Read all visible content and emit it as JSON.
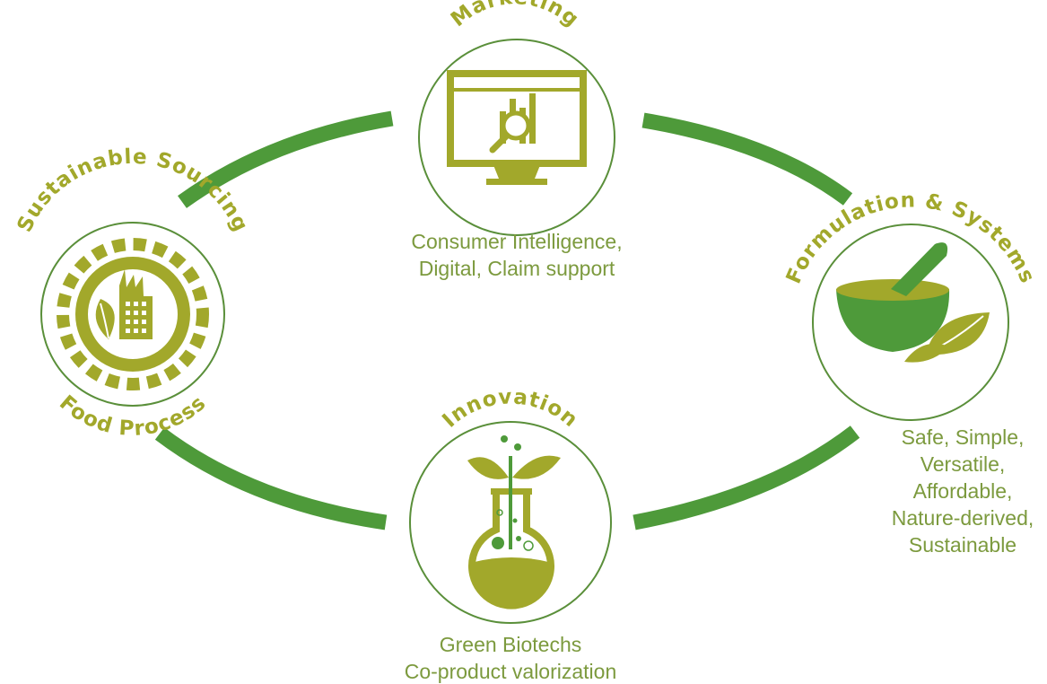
{
  "colors": {
    "olive": "#a2a82b",
    "green": "#4e9a3a",
    "text_green": "#7c9a3e",
    "ring_stroke": "#5a8f3a"
  },
  "nodes": {
    "marketing": {
      "title": "Marketing",
      "icon": "monitor-analytics-icon",
      "description": [
        "Consumer Intelligence,",
        "Digital, Claim support"
      ]
    },
    "formulation": {
      "title": "Formulation & Systems",
      "icon": "mortar-pestle-leaf-icon",
      "description": [
        "Safe, Simple,",
        "Versatile,",
        "Affordable,",
        "Nature-derived,",
        "Sustainable"
      ]
    },
    "innovation": {
      "title": "Innovation",
      "icon": "flask-sprout-icon",
      "description": [
        "Green Biotechs",
        "Co-product valorization"
      ]
    },
    "sourcing": {
      "title_top": "Sustainable Sourcing",
      "title_bottom": "Food Process",
      "icon": "gear-factory-leaf-icon"
    }
  }
}
